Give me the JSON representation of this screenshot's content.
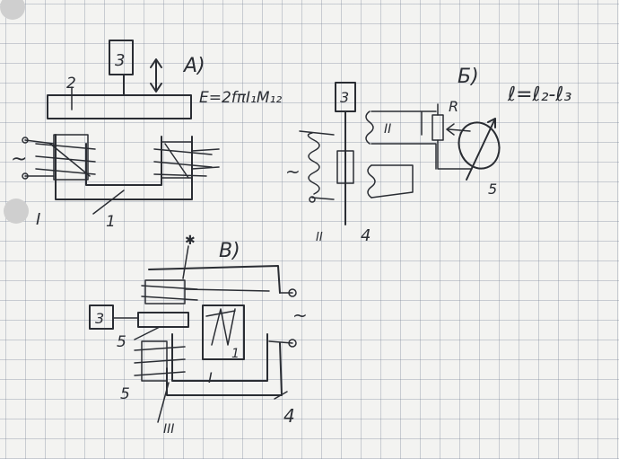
{
  "diagram": {
    "panel_a": {
      "label": "A)",
      "formula": "E=2fπI₁M₁₂",
      "numbers": {
        "n2": "2",
        "n3": "3",
        "n1": "1",
        "roman1": "I",
        "tilde": "~"
      }
    },
    "panel_b": {
      "label": "Б)",
      "formula": "ℓ=ℓ₂-ℓ₃",
      "numbers": {
        "n3": "3",
        "n4": "4",
        "n5": "5",
        "r": "R",
        "roman2": "II",
        "roman2b": "II",
        "tilde": "~"
      }
    },
    "panel_v": {
      "label": "В)",
      "numbers": {
        "n3": "3",
        "n5a": "5",
        "n5b": "5",
        "n1": "1",
        "n4": "4",
        "roman1": "I",
        "roman3": "III",
        "star": "✱",
        "tilde": "~"
      }
    }
  }
}
